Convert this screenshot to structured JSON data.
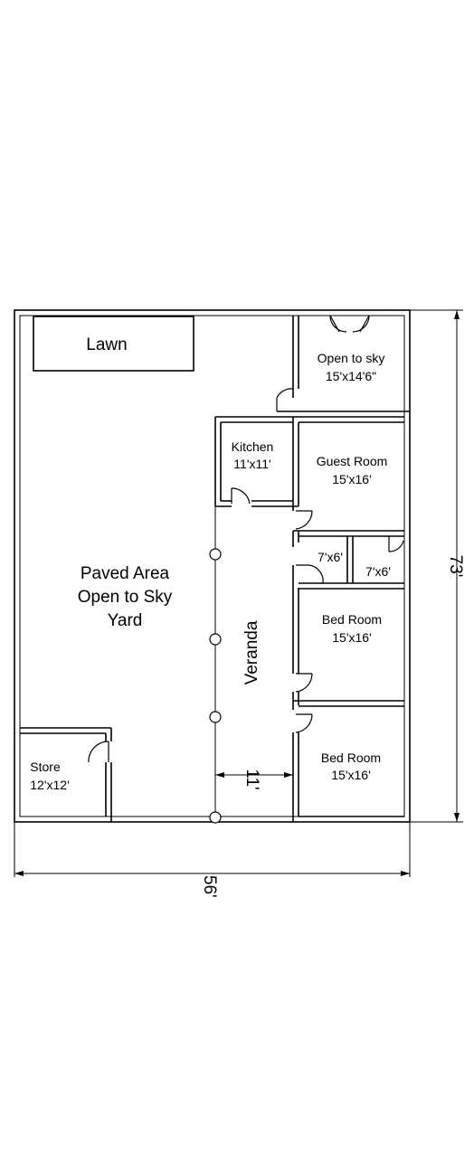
{
  "plan": {
    "lawn": "Lawn",
    "paved_line1": "Paved Area",
    "paved_line2": "Open to Sky",
    "paved_line3": "Yard",
    "open_sky_name": "Open to sky",
    "open_sky_size": "15'x14'6\"",
    "kitchen_name": "Kitchen",
    "kitchen_size": "11'x11'",
    "guest_name": "Guest Room",
    "guest_size": "15'x16'",
    "bath1_size": "7'x6'",
    "bath2_size": "7'x6'",
    "bed1_name": "Bed Room",
    "bed1_size": "15'x16'",
    "bed2_name": "Bed Room",
    "bed2_size": "15'x16'",
    "store_name": "Store",
    "store_size": "12'x12'",
    "veranda": "Veranda"
  },
  "dimensions": {
    "width": "56'",
    "depth": "73'",
    "veranda_width": "11'"
  }
}
